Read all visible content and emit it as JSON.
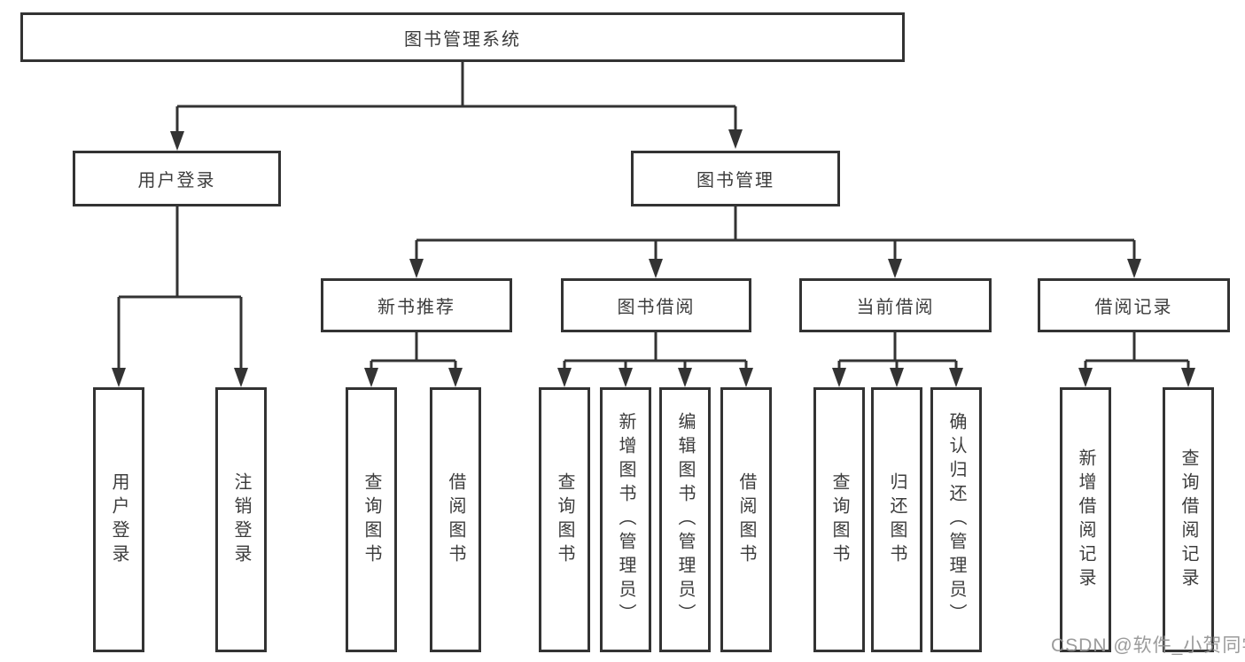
{
  "tree": {
    "root": {
      "label": "图书管理系统"
    },
    "branches": [
      {
        "label": "用户登录",
        "children": [
          {
            "label": "用户登录"
          },
          {
            "label": "注销登录"
          }
        ]
      },
      {
        "label": "图书管理",
        "children": [
          {
            "label": "新书推荐",
            "children": [
              {
                "label": "查询图书"
              },
              {
                "label": "借阅图书"
              }
            ]
          },
          {
            "label": "图书借阅",
            "children": [
              {
                "label": "查询图书"
              },
              {
                "label": "新增图书（管理员）"
              },
              {
                "label": "编辑图书（管理员）"
              },
              {
                "label": "借阅图书"
              }
            ]
          },
          {
            "label": "当前借阅",
            "children": [
              {
                "label": "查询图书"
              },
              {
                "label": "归还图书"
              },
              {
                "label": "确认归还（管理员）"
              }
            ]
          },
          {
            "label": "借阅记录",
            "children": [
              {
                "label": "新增借阅记录"
              },
              {
                "label": "查询借阅记录"
              }
            ]
          }
        ]
      }
    ]
  },
  "watermark": {
    "text": "CSDN @软件_小贺同学"
  },
  "colors": {
    "line": "#333333",
    "text": "#3c3c3c",
    "box_fill": "#ffffff",
    "watermark": "#929292"
  }
}
